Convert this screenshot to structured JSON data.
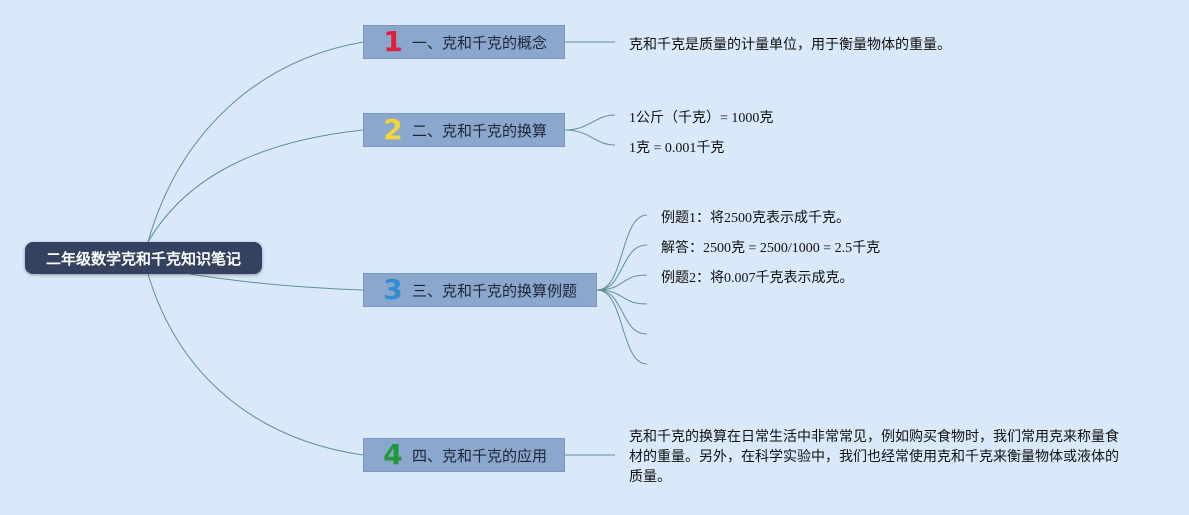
{
  "root": {
    "title": "二年级数学克和千克知识笔记"
  },
  "branches": [
    {
      "number": "1",
      "number_color": "#e0203a",
      "label": "一、克和千克的概念"
    },
    {
      "number": "2",
      "number_color": "#f2d43a",
      "label": "二、克和千克的换算"
    },
    {
      "number": "3",
      "number_color": "#2f8fd6",
      "label": "三、克和千克的换算例题"
    },
    {
      "number": "4",
      "number_color": "#1e9a3a",
      "label": "四、克和千克的应用"
    }
  ],
  "leaves": {
    "concept": "克和千克是质量的计量单位，用于衡量物体的重量。",
    "conversion": [
      "1公斤（千克）= 1000克",
      "1克 = 0.001千克"
    ],
    "examples": [
      "例题1：将2500克表示成千克。",
      "解答：2500克 = 2500/1000 = 2.5千克",
      "例题2：将0.007千克表示成克。"
    ],
    "application": "克和千克的换算在日常生活中非常常见，例如购买食物时，我们常用克来称量食材的重量。另外，在科学实验中，我们也经常使用克和千克来衡量物体或液体的质量。"
  },
  "colors": {
    "background": "#d9e9fa",
    "root_fill": "#34425f",
    "branch_fill": "#8ba7cd",
    "connector": "#5f8f97"
  }
}
